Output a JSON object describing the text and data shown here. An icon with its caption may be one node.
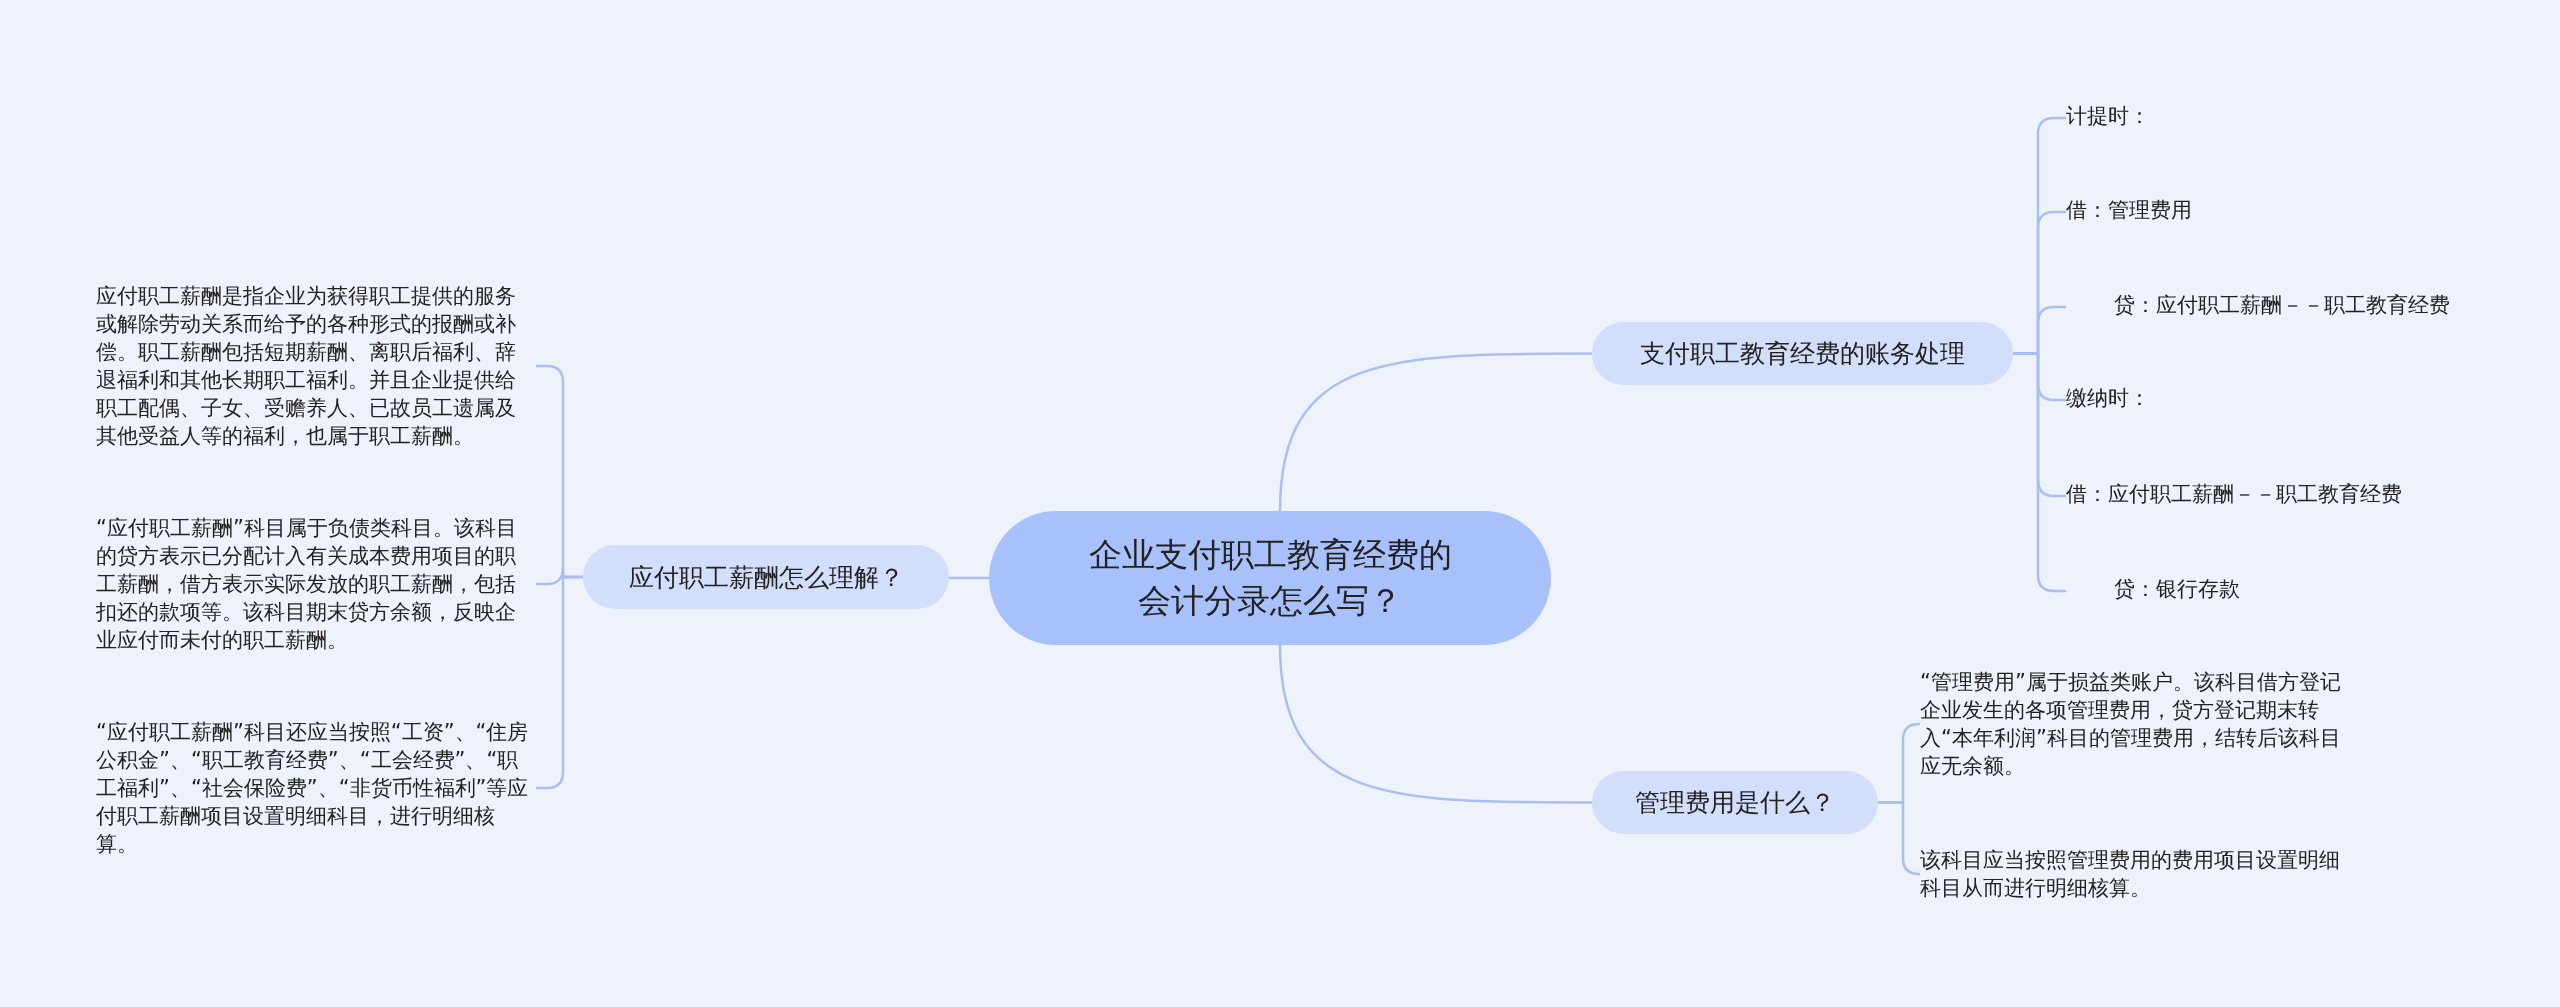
{
  "diagram": {
    "nodes": [
      {
        "text": [
          "企业支付职工教育经费的会计分录怎么写？"
        ]
      },
      {
        "text": [
          "支付职工教育经费的账务处理"
        ]
      },
      {
        "text": [
          "计提时："
        ]
      },
      {
        "text": [
          "借：管理费用"
        ]
      },
      {
        "text": [
          "贷：应付职工薪酬－－职工教育经费"
        ]
      },
      {
        "text": [
          "缴纳时："
        ]
      },
      {
        "text": [
          "借：应付职工薪酬－－职工教育经费"
        ]
      },
      {
        "text": [
          "贷：银行存款"
        ]
      },
      {
        "text": [
          "管理费用是什么？"
        ]
      },
      {
        "text": [
          "“管理费用”属于损益类账户。该科目借方登记企业发生的各项管理费用，贷方登记期末转入“本年利润”科目的管理费用，结转后该科目应无余额。"
        ]
      },
      {
        "text": [
          "该科目应当按照管理费用的费用项目设置明细科目从而进行明细核算。"
        ]
      },
      {
        "text": [
          "应付职工薪酬怎么理解？"
        ]
      },
      {
        "text": [
          "应付职工薪酬是指企业为获得职工提供的服务或解除劳动关系而给予的各种形式的报酬或补偿。职工薪酬包括短期薪酬、离职后福利、辞退福利和其他长期职工福利。并且企业提供给职工配偶、子女、受赡养人、已故员工遗属及其他受益人等的福利，也属于职工薪酬。"
        ]
      },
      {
        "text": [
          "“应付职工薪酬”科目属于负债类科目。该科目的贷方表示已分配计入有关成本费用项目的职工薪酬，借方表示实际发放的职工薪酬，包括扣还的款项等。该科目期末贷方余额，反映企业应付而未付的职工薪酬。"
        ]
      },
      {
        "text": [
          "“应付职工薪酬”科目还应当按照“工资”、“住房公积金”、“职工教育经费”、“工会经费”、“职工福利”、“社会保险费”、“非货币性福利”等应付职工薪酬项目设置明细科目，进行明细核算。"
        ]
      }
    ],
    "edges": [
      {
        "from": 0,
        "to": 1,
        "arrow": "none"
      },
      {
        "from": 1,
        "to": 2,
        "arrow": "none"
      },
      {
        "from": 1,
        "to": 3,
        "arrow": "none"
      },
      {
        "from": 1,
        "to": 4,
        "arrow": "none"
      },
      {
        "from": 1,
        "to": 5,
        "arrow": "none"
      },
      {
        "from": 1,
        "to": 6,
        "arrow": "none"
      },
      {
        "from": 1,
        "to": 7,
        "arrow": "none"
      },
      {
        "from": 0,
        "to": 8,
        "arrow": "none"
      },
      {
        "from": 8,
        "to": 9,
        "arrow": "none"
      },
      {
        "from": 8,
        "to": 10,
        "arrow": "none"
      },
      {
        "from": 0,
        "to": 11,
        "arrow": "none"
      },
      {
        "from": 11,
        "to": 12,
        "arrow": "none"
      },
      {
        "from": 11,
        "to": 13,
        "arrow": "none"
      },
      {
        "from": 11,
        "to": 14,
        "arrow": "none"
      }
    ]
  }
}
